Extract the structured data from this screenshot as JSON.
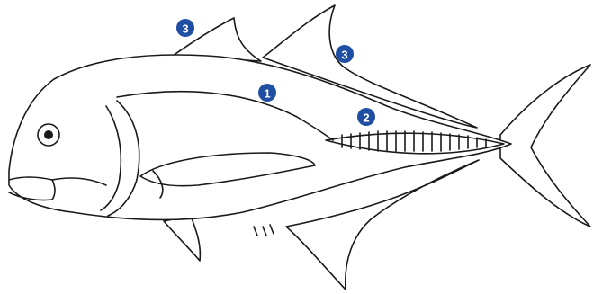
{
  "diagram": {
    "markers": [
      {
        "label": "1"
      },
      {
        "label": "2"
      },
      {
        "label": "3"
      },
      {
        "label": "3"
      }
    ],
    "colors": {
      "marker_fill": "#1f4fa3",
      "marker_text": "#ffffff",
      "outline": "#1a1a1a",
      "background": "#ffffff"
    }
  }
}
